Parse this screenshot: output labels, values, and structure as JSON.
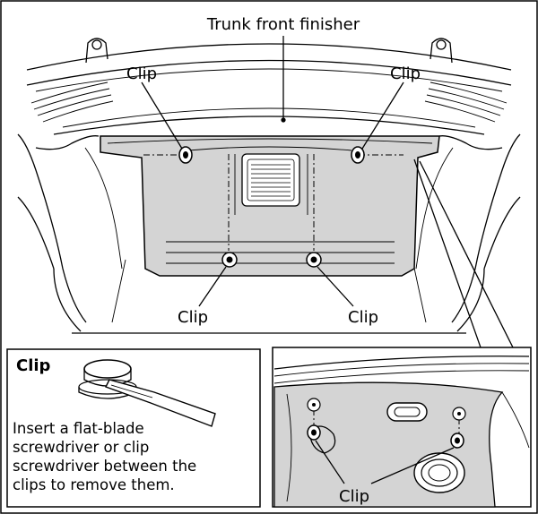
{
  "labels": {
    "finisher": "Trunk front finisher",
    "clip_top_left": "Clip",
    "clip_top_right": "Clip",
    "clip_bottom_left": "Clip",
    "clip_bottom_right": "Clip",
    "clip_detail": "Clip"
  },
  "inset": {
    "title": "Clip",
    "instructions": [
      "Insert a flat-blade",
      "screwdriver or clip",
      "screwdriver between the",
      "clips to remove them."
    ]
  },
  "colors": {
    "panel_fill": "#d4d4d4",
    "line": "#000000"
  }
}
